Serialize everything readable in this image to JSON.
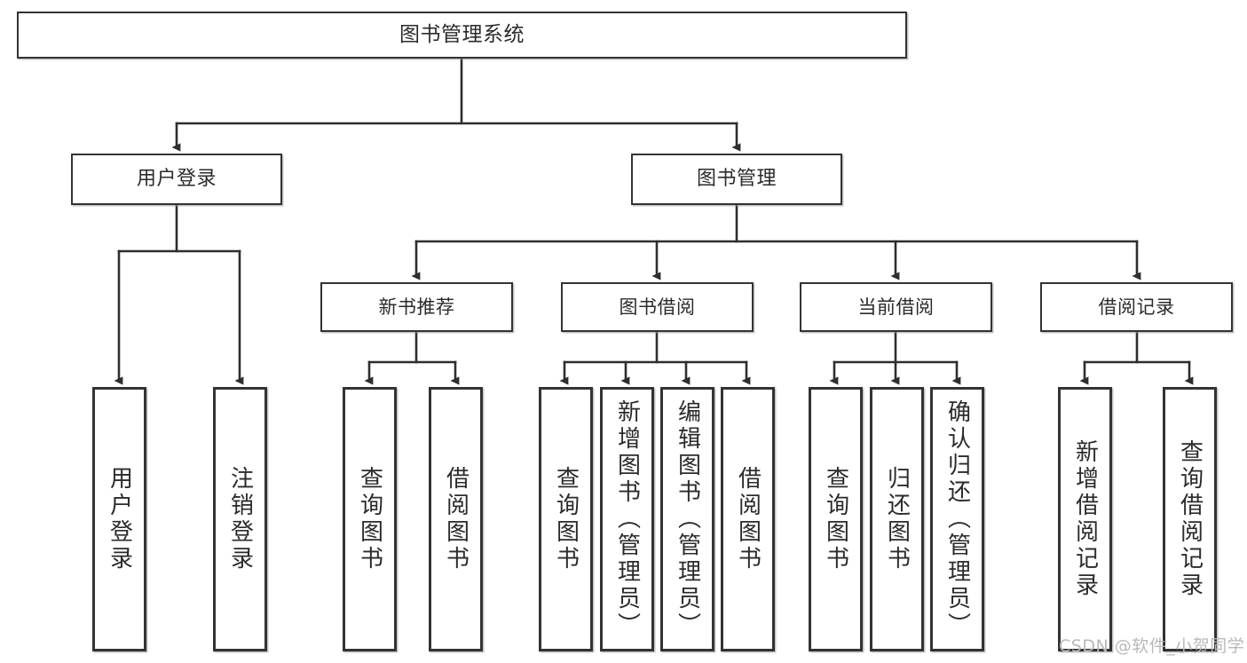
{
  "diagram": {
    "title": "图书管理系统",
    "type": "hierarchy-tree",
    "watermark": "CSDN @软件_小贺同学",
    "line_color": "#333333",
    "box_fill": "#ffffff",
    "text_color": "#2b2b2b"
  },
  "nodes": {
    "root": {
      "label": "图书管理系统"
    },
    "level1": [
      {
        "label": "用户登录"
      },
      {
        "label": "图书管理"
      }
    ],
    "level2": [
      {
        "label": "新书推荐"
      },
      {
        "label": "图书借阅"
      },
      {
        "label": "当前借阅"
      },
      {
        "label": "借阅记录"
      }
    ],
    "leaves": [
      {
        "label": "用户登录"
      },
      {
        "label": "注销登录"
      },
      {
        "label": "查询图书"
      },
      {
        "label": "借阅图书"
      },
      {
        "label": "查询图书"
      },
      {
        "label": "新增图书（管理员）"
      },
      {
        "label": "编辑图书（管理员）"
      },
      {
        "label": "借阅图书"
      },
      {
        "label": "查询图书"
      },
      {
        "label": "归还图书"
      },
      {
        "label": "确认归还（管理员）"
      },
      {
        "label": "新增借阅记录"
      },
      {
        "label": "查询借阅记录"
      }
    ]
  }
}
